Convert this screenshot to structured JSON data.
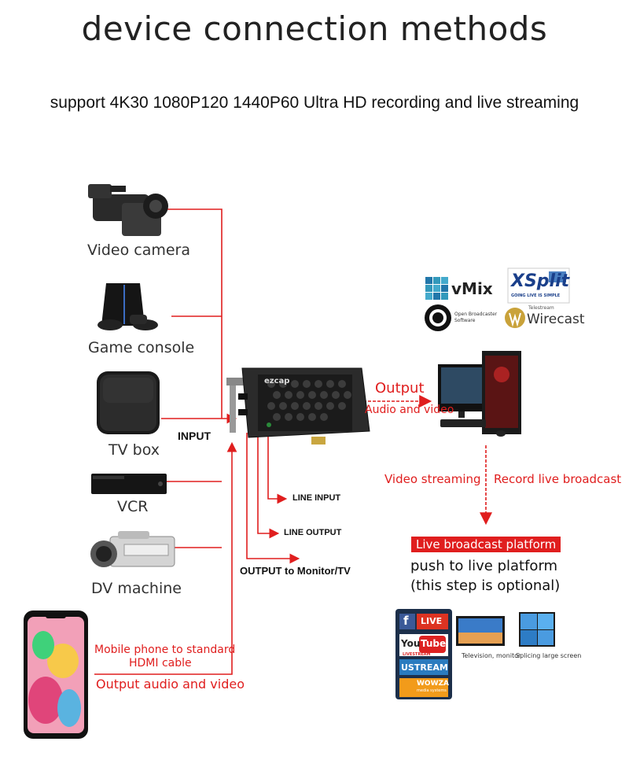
{
  "title": "device connection methods",
  "subtitle": "support 4K30 1080P120 1440P60 Ultra HD recording and live streaming",
  "devices": [
    {
      "label": "Video camera"
    },
    {
      "label": "Game console"
    },
    {
      "label": "TV box"
    },
    {
      "label": "VCR"
    },
    {
      "label": "DV machine"
    }
  ],
  "input_label": "INPUT",
  "line_input": "LINE INPUT",
  "line_output": "LINE OUTPUT",
  "output_monitor": "OUTPUT to Monitor/TV",
  "output_label": "Output",
  "audio_video": "Audio and video",
  "video_streaming": "Video streaming",
  "record_live": "Record live broadcast",
  "platform_badge": "Live broadcast platform",
  "push_text": "push to live platform",
  "optional_text": "(this step is optional)",
  "mobile_line1": "Mobile phone to standard",
  "mobile_line2": "HDMI cable",
  "mobile_output": "Output audio and video",
  "software": {
    "vmix": "vMix",
    "xsplit": "XSplit",
    "xsplit_tag": "GOING LIVE IS SIMPLE",
    "obs_line1": "Open Broadcaster",
    "obs_line2": "Software",
    "wirecast": "Wirecast",
    "wirecast_small": "Telestream"
  },
  "card_brand": "ezcap",
  "platform_logos": {
    "facebook": "f",
    "live": "LIVE",
    "you": "You",
    "tube": "Tube",
    "livestream": "LIVESTREAM",
    "ustream": "USTREAM",
    "wowza": "WOWZA",
    "wowza_sub": "media systems"
  },
  "tv_caption": "Television, monitor",
  "splice_caption": "Splicing large screen",
  "colors": {
    "accent_red": "#e01e1e",
    "text": "#222222",
    "card": "#2b2b2b"
  }
}
